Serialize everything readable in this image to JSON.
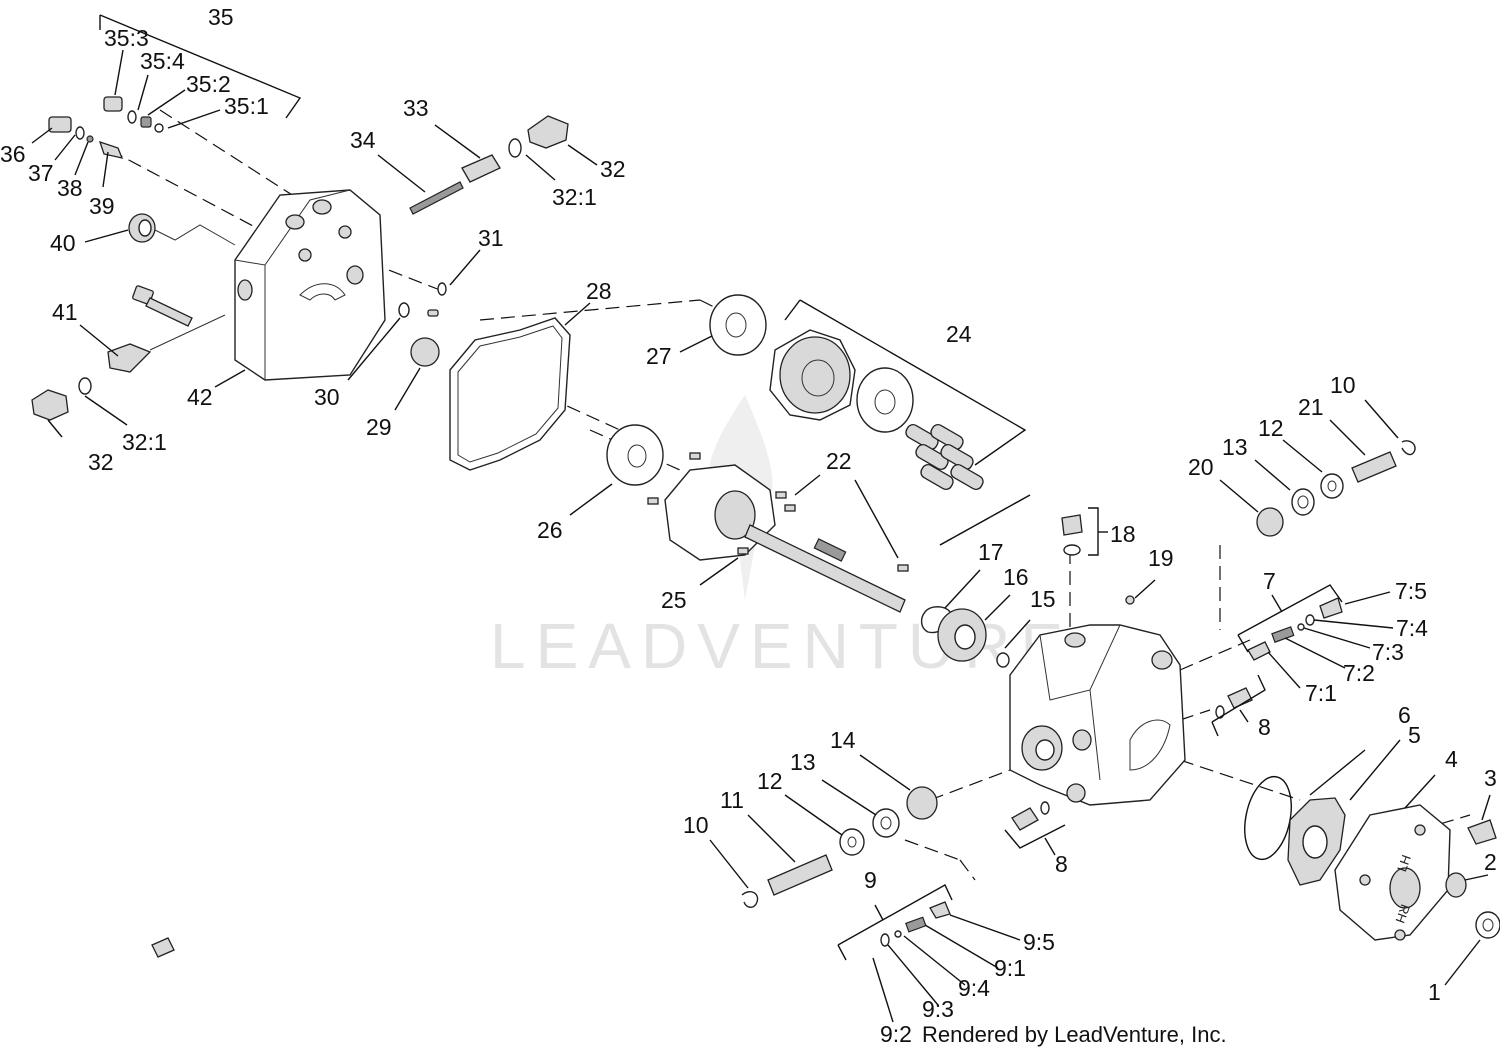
{
  "watermark": "LEADVENTURE",
  "credit": "Rendered by LeadVenture, Inc.",
  "labels": {
    "l1": "1",
    "l2": "2",
    "l3": "3",
    "l4": "4",
    "l5": "5",
    "l6": "6",
    "l7": "7",
    "l7_1": "7:1",
    "l7_2": "7:2",
    "l7_3": "7:3",
    "l7_4": "7:4",
    "l7_5": "7:5",
    "l8a": "8",
    "l8b": "8",
    "l9": "9",
    "l9_1": "9:1",
    "l9_2": "9:2",
    "l9_3": "9:3",
    "l9_4": "9:4",
    "l9_5": "9:5",
    "l10a": "10",
    "l10b": "10",
    "l11": "11",
    "l12a": "12",
    "l12b": "12",
    "l13a": "13",
    "l13b": "13",
    "l14": "14",
    "l15": "15",
    "l16": "16",
    "l17": "17",
    "l18": "18",
    "l19": "19",
    "l20": "20",
    "l21": "21",
    "l22": "22",
    "l24": "24",
    "l25": "25",
    "l26": "26",
    "l27": "27",
    "l28": "28",
    "l29": "29",
    "l30": "30",
    "l31": "31",
    "l32a": "32",
    "l32b": "32",
    "l32_1a": "32:1",
    "l32_1b": "32:1",
    "l33": "33",
    "l34": "34",
    "l35": "35",
    "l35_1": "35:1",
    "l35_2": "35:2",
    "l35_3": "35:3",
    "l35_4": "35:4",
    "l36": "36",
    "l37": "37",
    "l38": "38",
    "l39": "39",
    "l40": "40",
    "l41": "41",
    "l42": "42"
  },
  "plate_marks": {
    "top": "LH",
    "bottom": "RH"
  }
}
